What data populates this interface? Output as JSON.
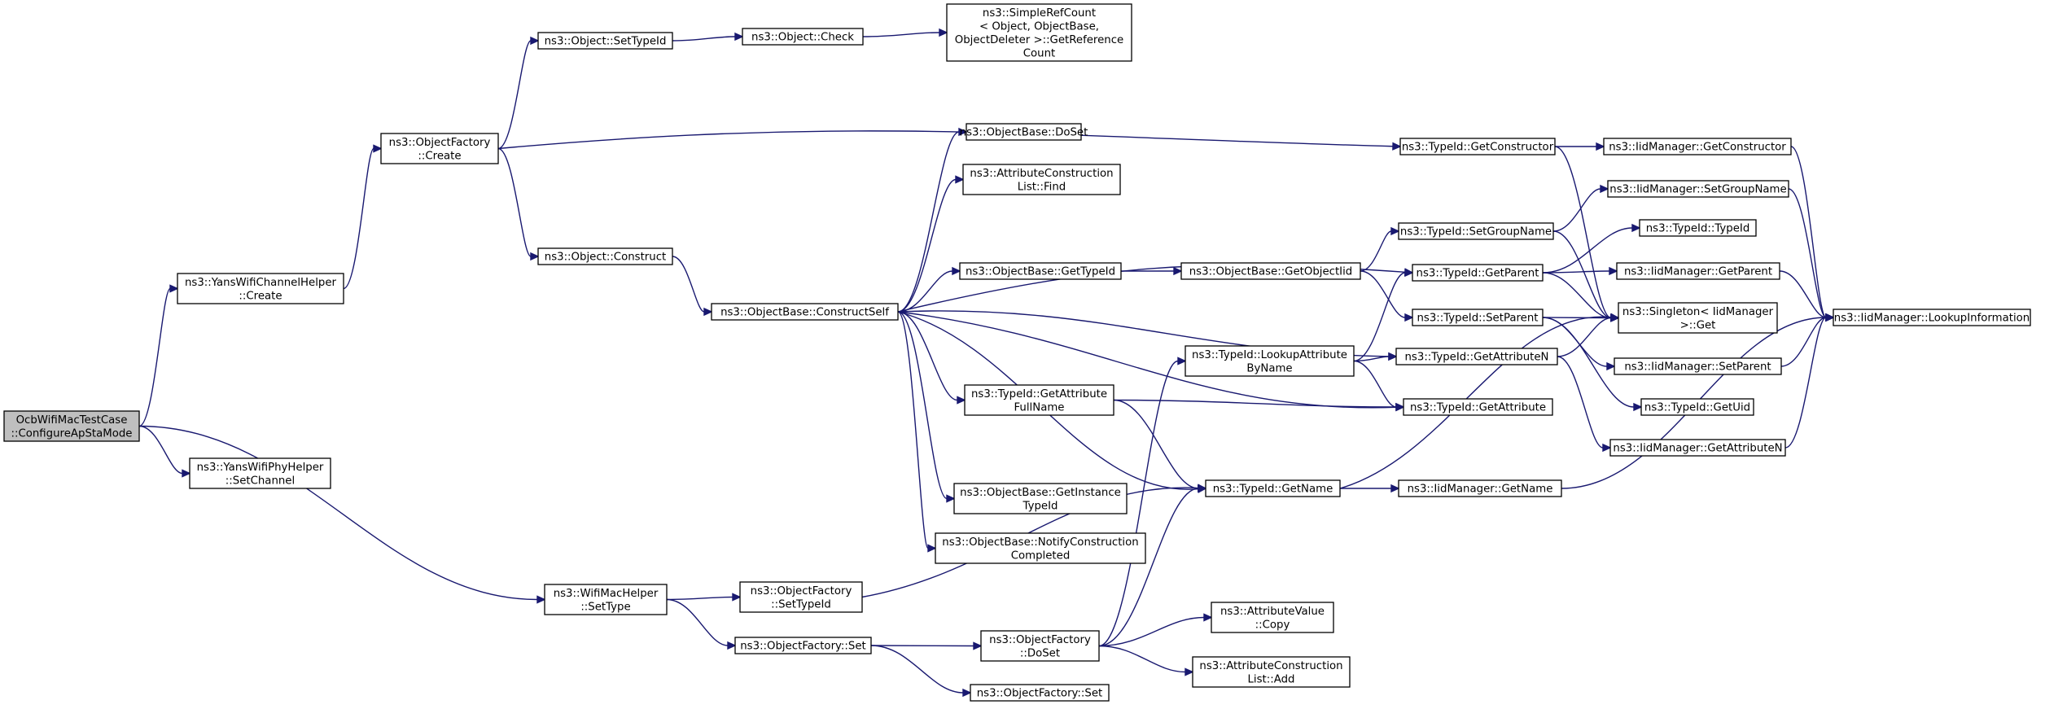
{
  "colors": {
    "edge": "#191970",
    "root_fill": "#bfbfbf",
    "node_fill": "#ffffff",
    "node_stroke": "#000000"
  },
  "nodes": [
    {
      "id": "root",
      "lines": [
        "OcbWifiMacTestCase",
        "::ConfigureApStaMode"
      ]
    },
    {
      "id": "yanschan",
      "lines": [
        "ns3::YansWifiChannelHelper",
        "::Create"
      ]
    },
    {
      "id": "yansphy",
      "lines": [
        "ns3::YansWifiPhyHelper",
        "::SetChannel"
      ]
    },
    {
      "id": "wifimac",
      "lines": [
        "ns3::WifiMacHelper",
        "::SetType"
      ]
    },
    {
      "id": "ofcreate",
      "lines": [
        "ns3::ObjectFactory",
        "::Create"
      ]
    },
    {
      "id": "objsettid",
      "lines": [
        "ns3::Object::SetTypeId"
      ]
    },
    {
      "id": "objcheck",
      "lines": [
        "ns3::Object::Check"
      ]
    },
    {
      "id": "simpleref",
      "lines": [
        "ns3::SimpleRefCount",
        "< Object, ObjectBase,",
        "ObjectDeleter >::GetReference",
        "Count"
      ]
    },
    {
      "id": "objconstruct",
      "lines": [
        "ns3::Object::Construct"
      ]
    },
    {
      "id": "obconstructself",
      "lines": [
        "ns3::ObjectBase::ConstructSelf"
      ]
    },
    {
      "id": "obdoset",
      "lines": [
        "ns3::ObjectBase::DoSet"
      ]
    },
    {
      "id": "acfind",
      "lines": [
        "ns3::AttributeConstruction",
        "List::Find"
      ]
    },
    {
      "id": "obgettid",
      "lines": [
        "ns3::ObjectBase::GetTypeId"
      ]
    },
    {
      "id": "tgafn",
      "lines": [
        "ns3::TypeId::GetAttribute",
        "FullName"
      ]
    },
    {
      "id": "obgetinst",
      "lines": [
        "ns3::ObjectBase::GetInstance",
        "TypeId"
      ]
    },
    {
      "id": "obnotify",
      "lines": [
        "ns3::ObjectBase::NotifyConstruction",
        "Completed"
      ]
    },
    {
      "id": "ofsettid",
      "lines": [
        "ns3::ObjectFactory",
        "::SetTypeId"
      ]
    },
    {
      "id": "ofset",
      "lines": [
        "ns3::ObjectFactory::Set"
      ]
    },
    {
      "id": "ofdoset",
      "lines": [
        "ns3::ObjectFactory",
        "::DoSet"
      ]
    },
    {
      "id": "ofset2",
      "lines": [
        "ns3::ObjectFactory::Set"
      ]
    },
    {
      "id": "avcopy",
      "lines": [
        "ns3::AttributeValue",
        "::Copy"
      ]
    },
    {
      "id": "acadd",
      "lines": [
        "ns3::AttributeConstruction",
        "List::Add"
      ]
    },
    {
      "id": "tlookup",
      "lines": [
        "ns3::TypeId::LookupAttribute",
        "ByName"
      ]
    },
    {
      "id": "tgetname",
      "lines": [
        "ns3::TypeId::GetName"
      ]
    },
    {
      "id": "obgetoid",
      "lines": [
        "ns3::ObjectBase::GetObjectIid"
      ]
    },
    {
      "id": "tgetctor",
      "lines": [
        "ns3::TypeId::GetConstructor"
      ]
    },
    {
      "id": "tsetgroup",
      "lines": [
        "ns3::TypeId::SetGroupName"
      ]
    },
    {
      "id": "tgetparent",
      "lines": [
        "ns3::TypeId::GetParent"
      ]
    },
    {
      "id": "tsetparent",
      "lines": [
        "ns3::TypeId::SetParent"
      ]
    },
    {
      "id": "tgetattrn",
      "lines": [
        "ns3::TypeId::GetAttributeN"
      ]
    },
    {
      "id": "tgetattr",
      "lines": [
        "ns3::TypeId::GetAttribute"
      ]
    },
    {
      "id": "imgetname",
      "lines": [
        "ns3::IidManager::GetName"
      ]
    },
    {
      "id": "imgetctor",
      "lines": [
        "ns3::IidManager::GetConstructor"
      ]
    },
    {
      "id": "imsetgroup",
      "lines": [
        "ns3::IidManager::SetGroupName"
      ]
    },
    {
      "id": "ttypeid",
      "lines": [
        "ns3::TypeId::TypeId"
      ]
    },
    {
      "id": "imgetparent",
      "lines": [
        "ns3::IidManager::GetParent"
      ]
    },
    {
      "id": "singleton",
      "lines": [
        "ns3::Singleton< IidManager",
        ">::Get"
      ]
    },
    {
      "id": "imsetparent",
      "lines": [
        "ns3::IidManager::SetParent"
      ]
    },
    {
      "id": "tgetuid",
      "lines": [
        "ns3::TypeId::GetUid"
      ]
    },
    {
      "id": "imgetattrn",
      "lines": [
        "ns3::IidManager::GetAttributeN"
      ]
    },
    {
      "id": "imlookup",
      "lines": [
        "ns3::IidManager::LookupInformation"
      ]
    }
  ]
}
